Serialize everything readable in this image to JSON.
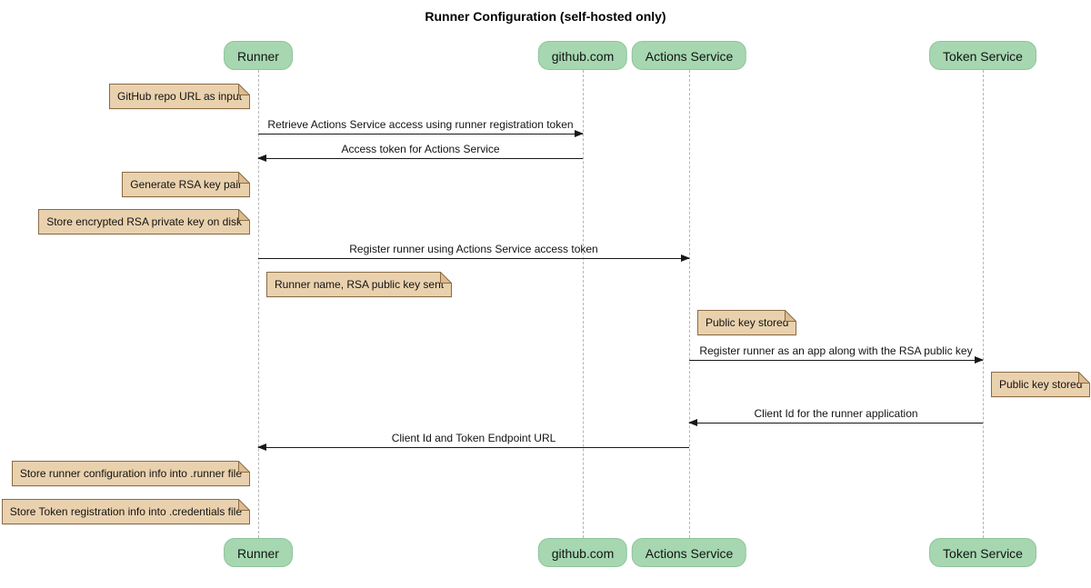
{
  "title": "Runner Configuration (self-hosted only)",
  "diagram_type": "sequence",
  "participants": [
    {
      "label": "Runner"
    },
    {
      "label": "github.com"
    },
    {
      "label": "Actions Service"
    },
    {
      "label": "Token Service"
    }
  ],
  "notes": [
    {
      "text": "GitHub repo URL as input",
      "position": "left of Runner"
    },
    {
      "text": "Generate RSA key pair",
      "position": "left of Runner"
    },
    {
      "text": "Store encrypted RSA private key on disk",
      "position": "left of Runner"
    },
    {
      "text": "Runner name, RSA public key sent",
      "position": "right of Runner"
    },
    {
      "text": "Public key stored",
      "position": "right of Actions Service"
    },
    {
      "text": "Public key stored",
      "position": "right of Token Service"
    },
    {
      "text": "Store runner configuration info into .runner file",
      "position": "left of Runner"
    },
    {
      "text": "Store Token registration info into .credentials file",
      "position": "left of Runner"
    }
  ],
  "messages": [
    {
      "label": "Retrieve Actions Service access using runner registration token",
      "from": "Runner",
      "to": "github.com"
    },
    {
      "label": "Access token for Actions Service",
      "from": "github.com",
      "to": "Runner"
    },
    {
      "label": "Register runner using Actions Service access token",
      "from": "Runner",
      "to": "Actions Service"
    },
    {
      "label": "Register runner as an app along with the RSA public key",
      "from": "Actions Service",
      "to": "Token Service"
    },
    {
      "label": "Client Id for the runner application",
      "from": "Token Service",
      "to": "Actions Service"
    },
    {
      "label": "Client Id and Token Endpoint URL",
      "from": "Actions Service",
      "to": "Runner"
    }
  ],
  "colors": {
    "participant_fill": "#a6d7b0",
    "participant_border": "#8fc49c",
    "note_fill": "#ead1ae",
    "note_border": "#8a6b46",
    "note_fold": "#dcbc8e",
    "lifeline": "#b5b5b5",
    "arrow": "#181818",
    "background": "#ffffff"
  }
}
